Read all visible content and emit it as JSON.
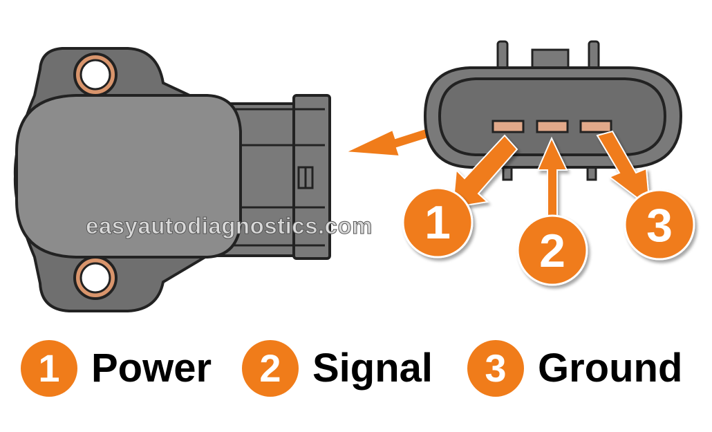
{
  "watermark": "easyautodiagnostics.com",
  "colors": {
    "accent": "#f07c1a",
    "sensor_body": "#7a7a7a",
    "sensor_face": "#8a8a8a",
    "outline": "#222222",
    "terminal": "#e2a98a",
    "bolt_ring": "#d9956c"
  },
  "callouts": [
    {
      "number": "1"
    },
    {
      "number": "2"
    },
    {
      "number": "3"
    }
  ],
  "legend": [
    {
      "number": "1",
      "label": "Power"
    },
    {
      "number": "2",
      "label": "Signal"
    },
    {
      "number": "3",
      "label": "Ground"
    }
  ]
}
